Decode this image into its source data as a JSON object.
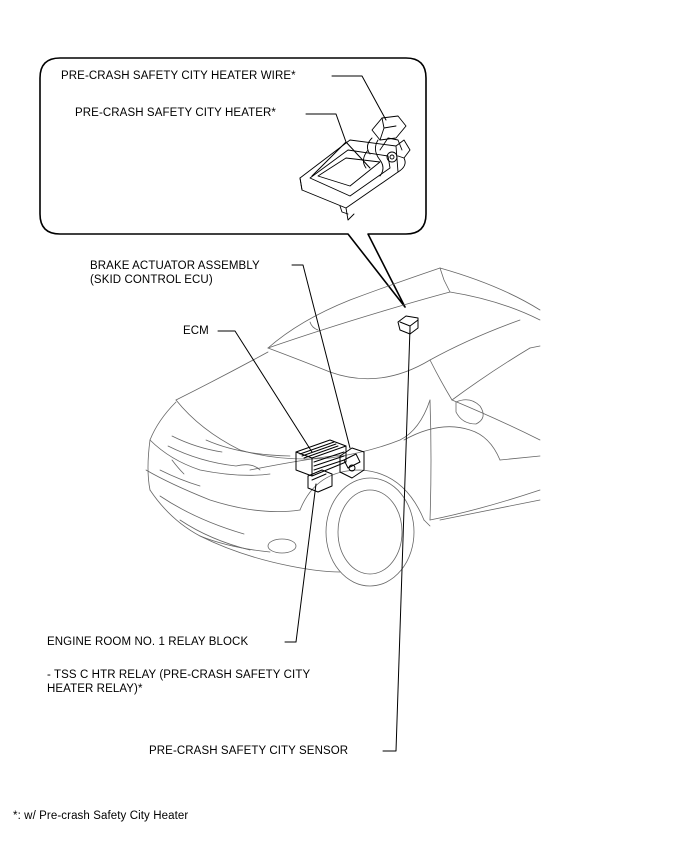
{
  "labels": {
    "heater_wire": "PRE-CRASH SAFETY CITY HEATER WIRE*",
    "heater": "PRE-CRASH SAFETY CITY HEATER*",
    "brake_actuator_line1": "BRAKE ACTUATOR ASSEMBLY",
    "brake_actuator_line2": "(SKID CONTROL ECU)",
    "ecm": "ECM",
    "relay_block": "ENGINE ROOM NO. 1 RELAY BLOCK",
    "tss_relay_line1": "- TSS C HTR RELAY (PRE-CRASH SAFETY CITY",
    "tss_relay_line2": "HEATER RELAY)*",
    "sensor": "PRE-CRASH SAFETY CITY SENSOR"
  },
  "footnote": "*: w/ Pre-crash Safety City Heater"
}
